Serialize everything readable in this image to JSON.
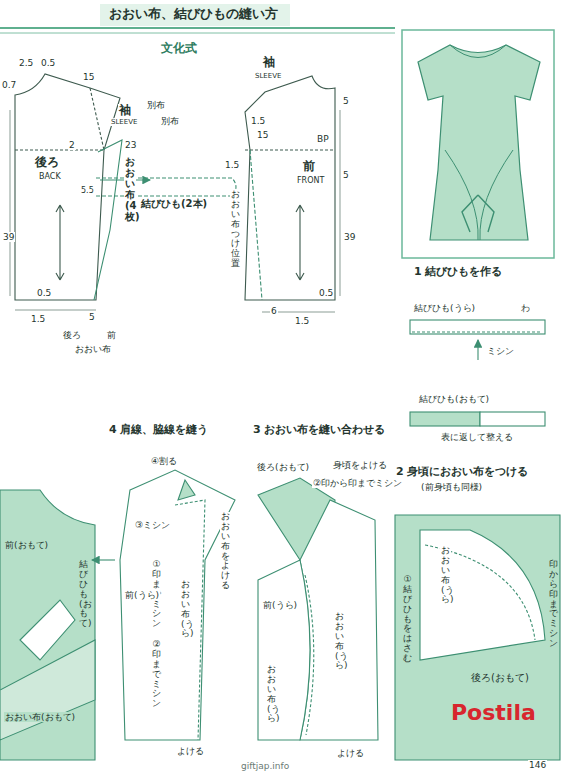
{
  "diagram": {
    "title": "おおい布、結びひもの縫い方",
    "labels": [
      "文化式",
      "2.5",
      "0.5",
      "0.7",
      "15",
      "袖",
      "SLEEVE",
      "別布",
      "別布",
      "後ろ",
      "BACK",
      "2",
      "23",
      "1.5",
      "おおい布(4枚)",
      "5.5",
      "結びひも(2本)",
      "39",
      "0.5",
      "1.5",
      "5",
      "後ろ",
      "前",
      "おおい布",
      "袖",
      "SLEEVE",
      "1.5",
      "5",
      "15",
      "BP",
      "前",
      "FRONT",
      "5",
      "39",
      "おおい布つけ位置",
      "6",
      "1.5",
      "0.5",
      "1 結びひもを作る",
      "結びひも(うら)",
      "わ",
      "ミシン",
      "結びひも(おもて)",
      "表に返して整える",
      "4 肩線、脇線を縫う",
      "3 おおい布を縫い合わせる",
      "2 身頃におおい布をつける",
      "(前身頃も同様)",
      "④割る",
      "③ミシン",
      "おおい布をよける",
      "前(おもて)",
      "①印までミシン",
      "前(うら)",
      "おおい布(うら)",
      "②印までミシン",
      "よける",
      "結びひも(おもて)",
      "おおい布(おもて)",
      "後ろ(おもて)",
      "身頃をよける",
      "②印から印までミシン",
      "前(うら)",
      "おおい布(うら)",
      "おおい布(うら)",
      "よける",
      "①結びひもをはさむ",
      "印から印までミシン",
      "おおい布(うら)",
      "後ろ(おもて)",
      "giftjap.info",
      "146",
      "Postila"
    ]
  }
}
